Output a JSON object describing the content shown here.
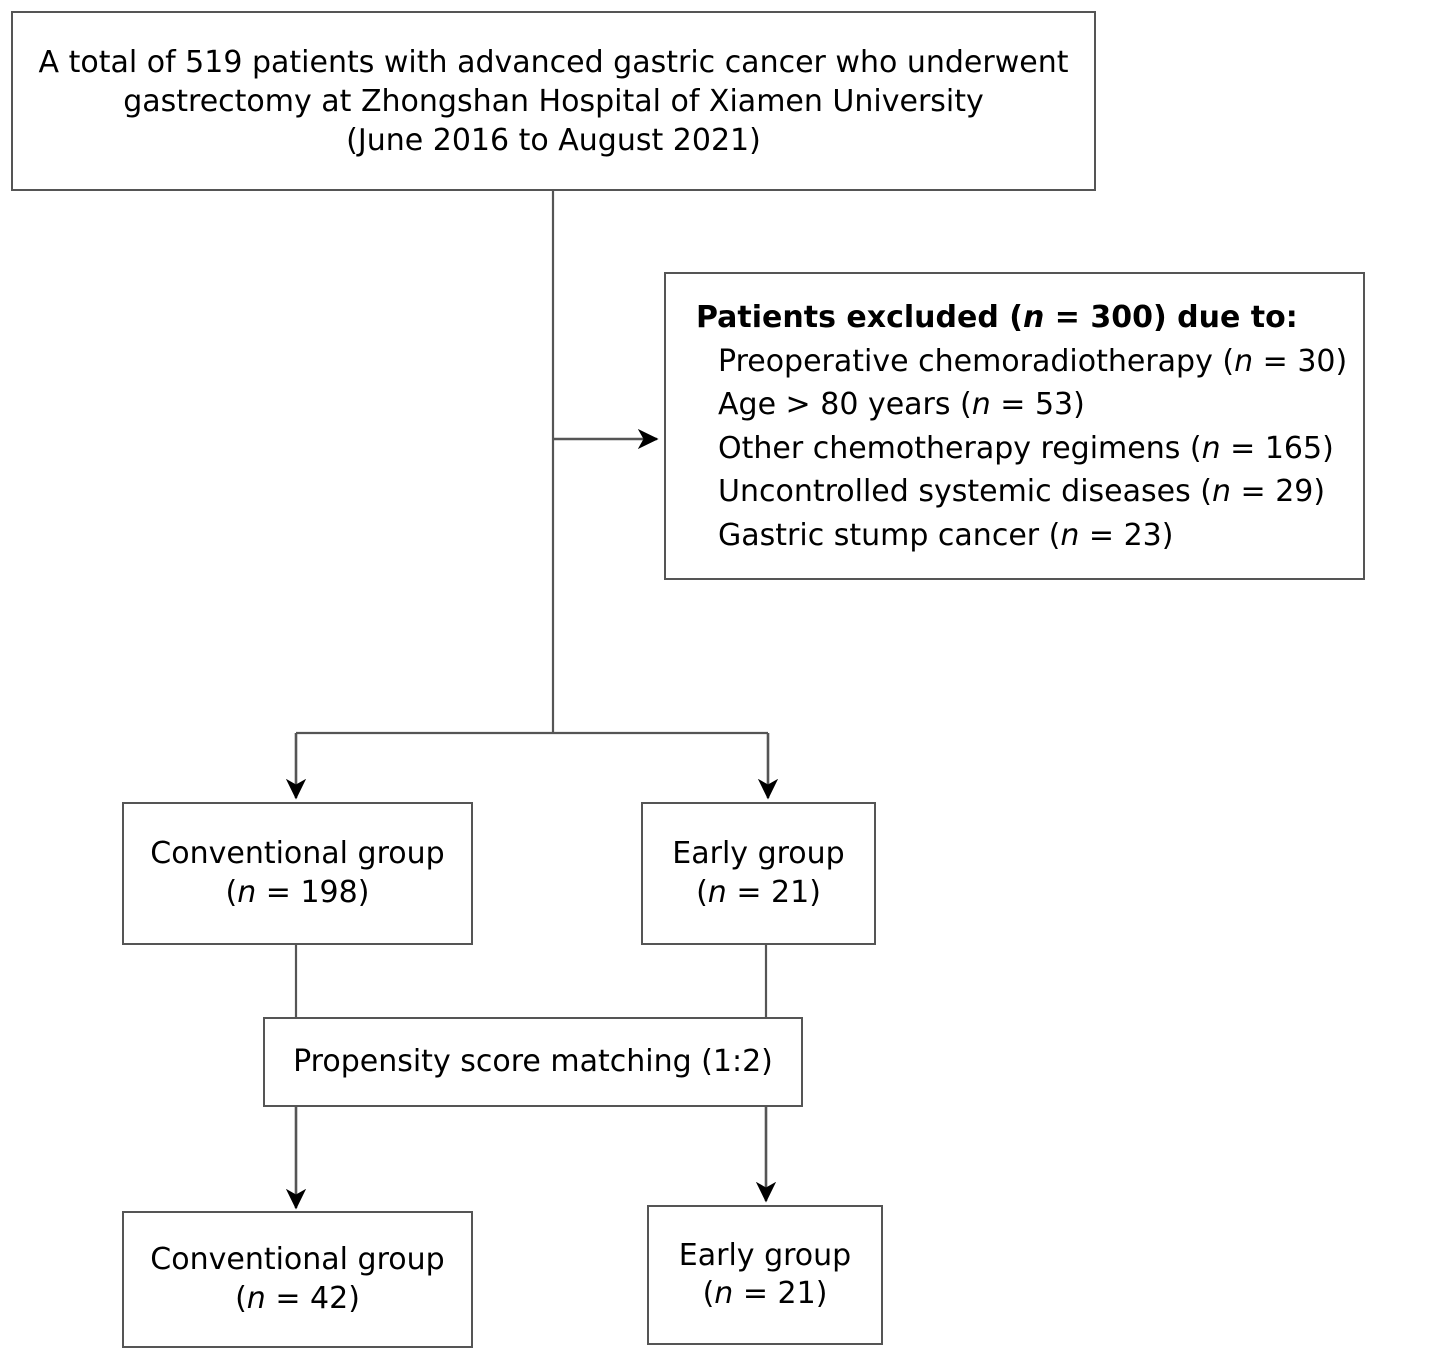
{
  "figure": {
    "type": "flowchart",
    "kind": "patient-selection-consort-diagram"
  },
  "source_box": {
    "lines": [
      "A total of 519 patients with advanced gastric cancer who underwent",
      "gastrectomy at Zhongshan Hospital of Xiamen University",
      "(June 2016 to August 2021)"
    ],
    "total_patients": "519",
    "period": "June 2016 to August 2021",
    "hospital": "Zhongshan Hospital of Xiamen University"
  },
  "excluded_box": {
    "heading_before": "Patients excluded (",
    "heading_n": "n",
    "heading_after": " = 300) due to:",
    "heading_full": "Patients excluded (n = 300) due to:",
    "total_excluded": "300",
    "reasons": [
      {
        "label": "Preoperative chemoradiotherapy (",
        "n_var": "n",
        "count_text": " = 30)",
        "count": "30",
        "full": "Preoperative chemoradiotherapy (n = 30)"
      },
      {
        "label": "Age > 80 years (",
        "n_var": "n",
        "count_text": " = 53)",
        "count": "53",
        "full": "Age > 80 years (n = 53)"
      },
      {
        "label": "Other chemotherapy regimens (",
        "n_var": "n",
        "count_text": " = 165)",
        "count": "165",
        "full": "Other chemotherapy regimens (n = 165)"
      },
      {
        "label": "Uncontrolled systemic diseases (",
        "n_var": "n",
        "count_text": " = 29)",
        "count": "29",
        "full": "Uncontrolled systemic diseases (n = 29)"
      },
      {
        "label": "Gastric stump cancer (",
        "n_var": "n",
        "count_text": " = 23)",
        "count": "23",
        "full": "Gastric stump cancer (n = 23)"
      }
    ]
  },
  "prematch": {
    "conventional": {
      "title": "Conventional group",
      "n_prefix": "(",
      "n_var": "n",
      "n_suffix": " = 198)",
      "count": "198"
    },
    "early": {
      "title": "Early group",
      "n_prefix": "(",
      "n_var": "n",
      "n_suffix": " = 21)",
      "count": "21"
    }
  },
  "matching": {
    "label": "Propensity score matching (1:2)",
    "ratio": "1:2"
  },
  "postmatch": {
    "conventional": {
      "title": "Conventional group",
      "n_prefix": "(",
      "n_var": "n",
      "n_suffix": " = 42)",
      "count": "42"
    },
    "early": {
      "title": "Early group",
      "n_prefix": "(",
      "n_var": "n",
      "n_suffix": " = 21)",
      "count": "21"
    }
  },
  "colors": {
    "box_border": "#555555",
    "connector": "#555555",
    "text": "#000000",
    "background": "#ffffff"
  }
}
